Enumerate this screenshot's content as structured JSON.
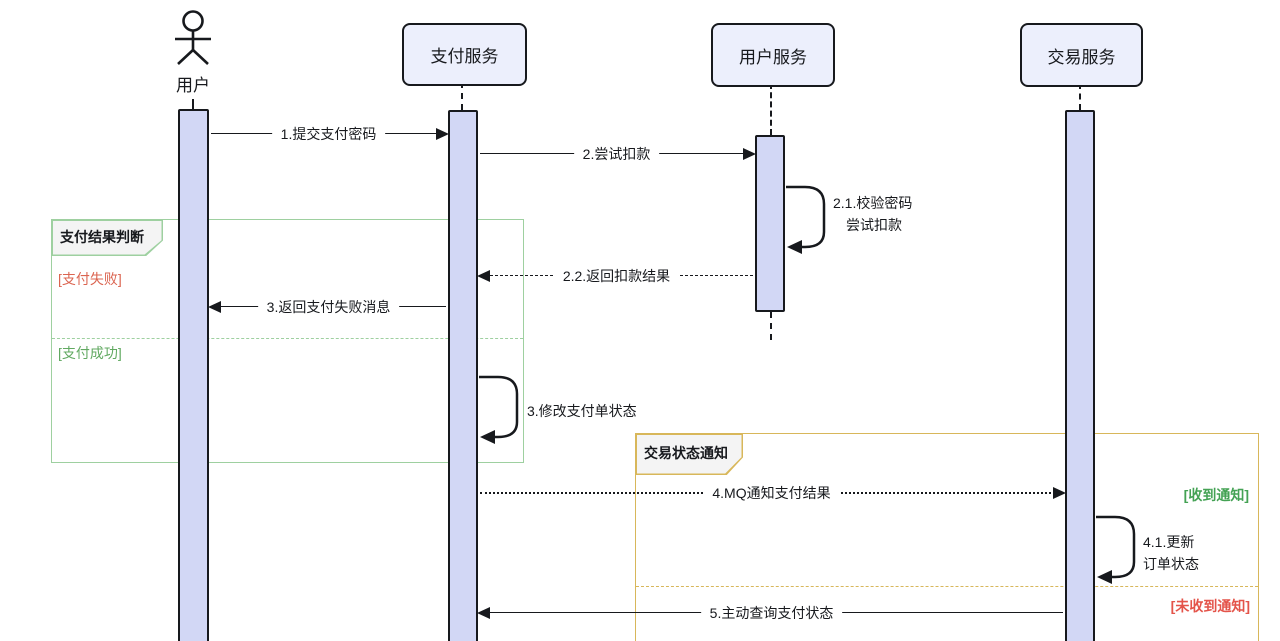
{
  "diagram": {
    "type": "sequence-diagram",
    "actors": [
      {
        "label": "用户",
        "kind": "actor"
      },
      {
        "label": "支付服务",
        "kind": "participant"
      },
      {
        "label": "用户服务",
        "kind": "participant"
      },
      {
        "label": "交易服务",
        "kind": "participant"
      }
    ],
    "messages": {
      "m1": {
        "label": "1.提交支付密码",
        "from": "用户",
        "to": "支付服务",
        "line": "solid"
      },
      "m2": {
        "label": "2.尝试扣款",
        "from": "支付服务",
        "to": "用户服务",
        "line": "solid"
      },
      "m2_1": {
        "label_line1": "2.1.校验密码",
        "label_line2": "尝试扣款",
        "from": "用户服务",
        "to": "用户服务",
        "line": "self"
      },
      "m2_2": {
        "label": "2.2.返回扣款结果",
        "from": "用户服务",
        "to": "支付服务",
        "line": "dashed"
      },
      "m3": {
        "label": "3.返回支付失败消息",
        "from": "支付服务",
        "to": "用户",
        "line": "solid"
      },
      "m3_self": {
        "label": "3.修改支付单状态",
        "from": "支付服务",
        "to": "支付服务",
        "line": "self"
      },
      "m4": {
        "label": "4.MQ通知支付结果",
        "from": "支付服务",
        "to": "交易服务",
        "line": "dotted"
      },
      "m4_1": {
        "label_line1": "4.1.更新",
        "label_line2": "订单状态",
        "from": "交易服务",
        "to": "交易服务",
        "line": "self"
      },
      "m5": {
        "label": "5.主动查询支付状态",
        "from": "交易服务",
        "to": "支付服务",
        "line": "solid"
      }
    },
    "frames": {
      "payment_result": {
        "title": "支付结果判断",
        "branch_fail": "[支付失败]",
        "branch_success": "[支付成功]",
        "border_color": "#9ED0A0",
        "fail_text_color": "#DB6450",
        "success_text_color": "#61A961"
      },
      "trade_notify": {
        "title": "交易状态通知",
        "branch_received": "[收到通知]",
        "branch_not_received": "[未收到通知]",
        "border_color": "#D8B75A",
        "received_text_color": "#44A254",
        "not_received_text_color": "#E4544A"
      }
    },
    "colors": {
      "ink": "#17191D",
      "activation_bar_fill": "#D2D7F5",
      "participant_box_fill": "#ECEFFC",
      "frame_label_bg": "#F4F4F4"
    }
  }
}
